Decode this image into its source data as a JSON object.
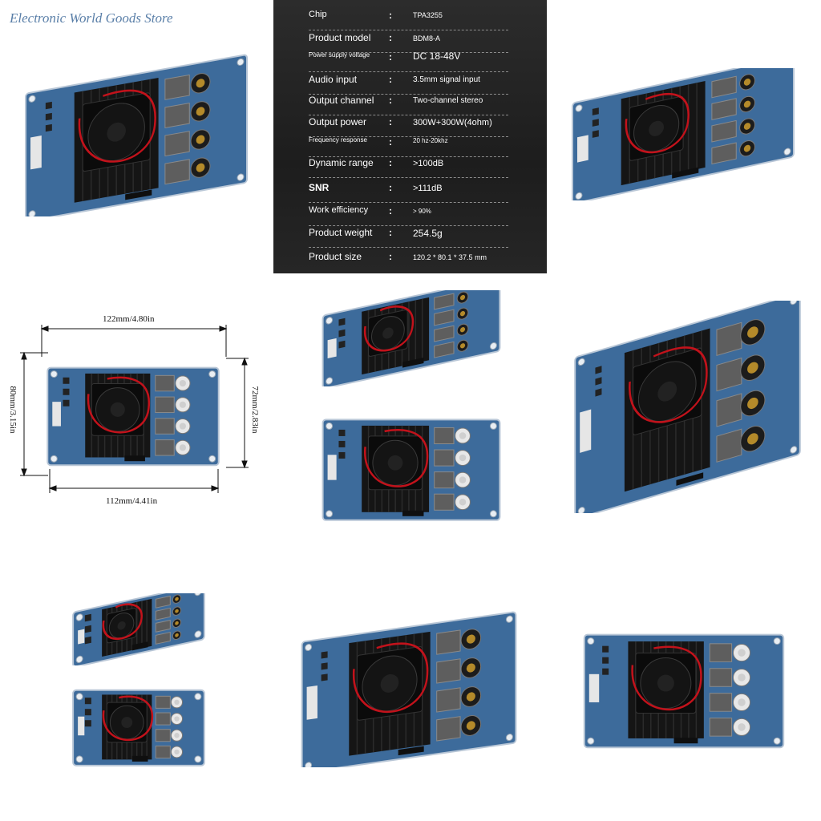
{
  "store_name": "Electronic World Goods Store",
  "specs": [
    {
      "key": "Chip",
      "value": "TPA3255",
      "ksize": 11,
      "vsize": 9,
      "bold": false
    },
    {
      "key": "Product model",
      "value": "BDM8-A",
      "ksize": 12,
      "vsize": 9,
      "bold": false
    },
    {
      "key": "Power supply voltage",
      "value": "DC 18-48V",
      "ksize": 8,
      "vsize": 12,
      "bold": false
    },
    {
      "key": "Audio input",
      "value": "3.5mm signal input",
      "ksize": 12,
      "vsize": 10,
      "bold": false
    },
    {
      "key": "Output channel",
      "value": "Two-channel stereo",
      "ksize": 12,
      "vsize": 10,
      "bold": false
    },
    {
      "key": "Output power",
      "value": "300W+300W(4ohm)",
      "ksize": 12,
      "vsize": 11,
      "bold": false
    },
    {
      "key": "Frequency response",
      "value": "20 hz-20khz",
      "ksize": 8,
      "vsize": 8,
      "bold": false
    },
    {
      "key": "Dynamic range",
      "value": ">100dB",
      "ksize": 12,
      "vsize": 11,
      "bold": false
    },
    {
      "key": "SNR",
      "value": ">111dB",
      "ksize": 12,
      "vsize": 11,
      "bold": true
    },
    {
      "key": "Work efficiency",
      "value": "> 90%",
      "ksize": 11,
      "vsize": 8,
      "bold": false
    },
    {
      "key": "Product weight",
      "value": "254.5g",
      "ksize": 12,
      "vsize": 12,
      "bold": false
    },
    {
      "key": "Product size",
      "value": "120.2 * 80.1 * 37.5 mm",
      "ksize": 12,
      "vsize": 9,
      "bold": false
    }
  ],
  "separator": ":",
  "dimensions": {
    "top_width": "122mm/4.80in",
    "bottom_width": "112mm/4.41in",
    "left_height": "80mm/3.15in",
    "right_height": "72mm/2.83in"
  },
  "colors": {
    "pcb": "#3d6b9b",
    "heatsink": "#151515",
    "fan_wire": "#c2121b",
    "cap": "#1c1c1c",
    "cap_gold": "#b48a2a"
  }
}
